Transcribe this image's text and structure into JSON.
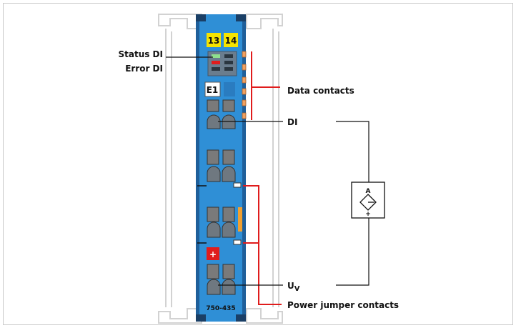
{
  "module": {
    "model": "750-435",
    "terminal_labels": [
      "13",
      "14"
    ],
    "channel_marker": "E1",
    "plus_marker": "+"
  },
  "labels": {
    "status_di": "Status DI",
    "error_di": "Error DI",
    "data_contacts": "Data contacts",
    "di": "DI",
    "uv_main": "U",
    "uv_sub": "V",
    "power_jumper": "Power jumper contacts"
  },
  "sensor": {
    "letter": "A",
    "plus": "+"
  },
  "colors": {
    "module_blue": "#2f8fd6",
    "label_yellow": "#f5e400",
    "status_green": "#8ee08e",
    "error_red": "#e01c1c",
    "callout_red": "#e01c1c",
    "contact_orange": "#f0a060"
  }
}
